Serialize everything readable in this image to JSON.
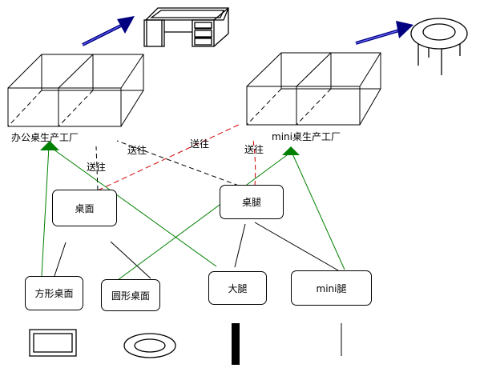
{
  "factories": {
    "office": {
      "label": "办公桌生产工厂"
    },
    "mini": {
      "label": "mini桌生产工厂"
    }
  },
  "parts": {
    "desktop": "桌面",
    "desk_leg": "桌腿",
    "square_top": "方形桌面",
    "round_top": "圆形桌面",
    "big_leg": "大腿",
    "mini_leg": "mini腿"
  },
  "edges": {
    "send_to": "送往"
  },
  "colors": {
    "line": "#000000",
    "dashed_black": "#000000",
    "dashed_red": "#cc0000",
    "green": "#008000",
    "arrow_blue": "#000080"
  }
}
